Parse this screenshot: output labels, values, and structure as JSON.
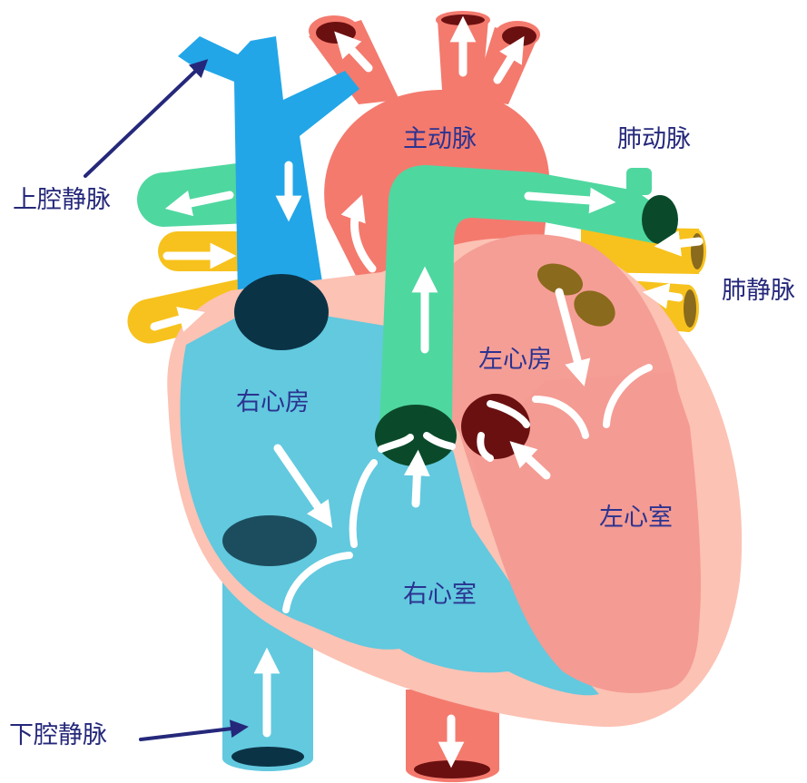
{
  "labels": {
    "superior_vena_cava": "上腔静脉",
    "aorta": "主动脉",
    "pulmonary_artery": "肺动脉",
    "pulmonary_veins": "肺静脉",
    "right_atrium": "右心房",
    "left_atrium": "左心房",
    "right_ventricle": "右心室",
    "left_ventricle": "左心室",
    "inferior_vena_cava": "下腔静脉"
  },
  "colors": {
    "vena_cava_blue": "#22a6e8",
    "right_heart_blue": "#62c9df",
    "aorta_red": "#f47a6e",
    "pulmonary_artery_green": "#4fd7a0",
    "pulmonary_vein_yellow": "#f7c21d",
    "left_heart_pink": "#f59e96",
    "heart_wall": "#fcc2b4",
    "label_text": "#25287a",
    "flow_arrow": "#ffffff"
  }
}
